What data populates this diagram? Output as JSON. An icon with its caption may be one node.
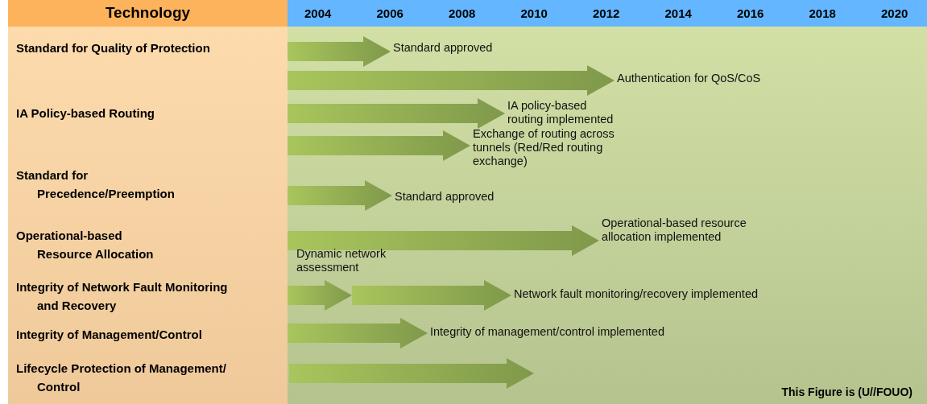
{
  "diagram": {
    "nodes": [
      {
        "text": [
          "Standard approved"
        ]
      },
      {
        "text": [
          "Authentication for QoS/CoS"
        ]
      },
      {
        "text": [
          "IA policy-based routing implemented"
        ]
      },
      {
        "text": [
          "Exchange of routing across tunnels  (Red/Red routing exchange)"
        ]
      },
      {
        "text": [
          "Standard approved"
        ]
      },
      {
        "text": [
          "Operational-based resource allocation implemented"
        ]
      },
      {
        "text": [
          "Network fault monitoring/recovery implemented"
        ]
      },
      {
        "text": [
          "Integrity of management/control implemented"
        ]
      }
    ],
    "edges": [
      {
        "from": null,
        "to": 0,
        "arrow": "to",
        "style": "thick"
      },
      {
        "from": null,
        "to": 1,
        "arrow": "to",
        "style": "thick"
      },
      {
        "from": null,
        "to": 2,
        "arrow": "to",
        "style": "thick"
      },
      {
        "from": null,
        "to": 3,
        "arrow": "to",
        "style": "thick"
      },
      {
        "from": null,
        "to": 4,
        "arrow": "to",
        "style": "thick"
      },
      {
        "from": null,
        "to": 5,
        "arrow": "to",
        "style": "thick"
      },
      {
        "from": null,
        "to": 6,
        "arrow": "to",
        "style": "thick"
      },
      {
        "from": null,
        "to": 7,
        "arrow": "to",
        "style": "thick"
      }
    ],
    "labels": [
      "Technology",
      "2004",
      "2006",
      "2008",
      "2010",
      "2012",
      "2014",
      "2016",
      "2018",
      "2020",
      "Standard for Quality of Protection",
      "IA Policy-based Routing",
      "Standard for Precedence/Preemption",
      "Operational-based Resource Allocation",
      "Integrity of Network Fault Monitoring and Recovery",
      "Integrity of Management/Control",
      "Lifecycle Protection of Management/ Control",
      "This Figure is (U//FOUO)",
      "Dynamic network assessment"
    ]
  }
}
